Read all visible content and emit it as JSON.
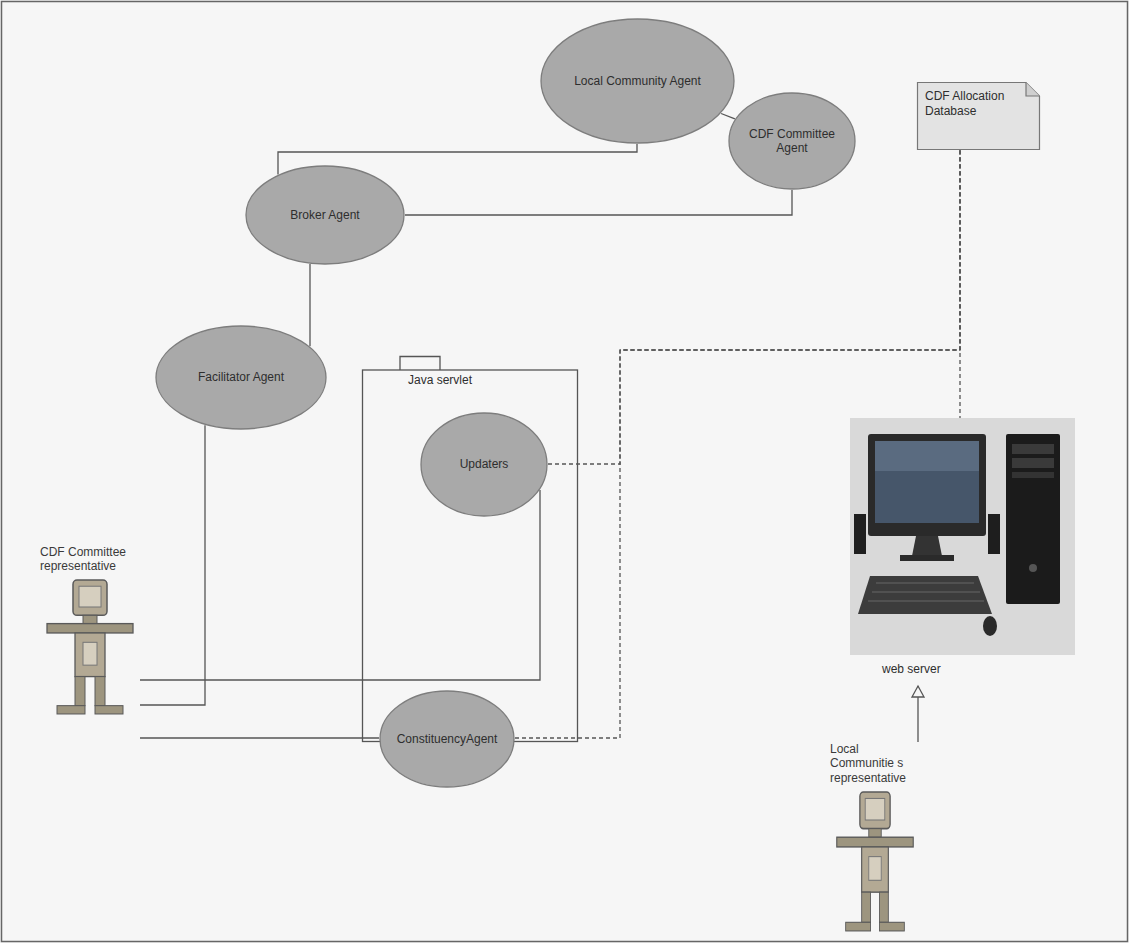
{
  "diagram": {
    "nodes": [
      {
        "text": [
          "Local Community Agent"
        ]
      },
      {
        "text": [
          "CDF Committee Agent"
        ]
      },
      {
        "text": [
          "Broker Agent"
        ]
      },
      {
        "text": [
          "Facilitator Agent"
        ]
      },
      {
        "text": [
          "Java servlet"
        ]
      },
      {
        "text": [
          "Updaters"
        ],
        "in": 4
      },
      {
        "text": [
          "ConstituencyAgent"
        ]
      },
      {
        "text": [
          "CDF Allocation Database"
        ]
      },
      {
        "text": [
          "web server"
        ]
      },
      {
        "text": [
          "CDF Committee representative"
        ]
      },
      {
        "text": [
          "Local Communitie s representative"
        ]
      }
    ],
    "edges": [
      {
        "from": 0,
        "to": 1,
        "arrow": "none"
      },
      {
        "from": 2,
        "to": 0,
        "arrow": "none"
      },
      {
        "from": 2,
        "to": 1,
        "arrow": "none"
      },
      {
        "from": 2,
        "to": 3,
        "arrow": "none"
      },
      {
        "from": 3,
        "to": 9,
        "arrow": "none"
      },
      {
        "from": 9,
        "to": 5,
        "arrow": "none"
      },
      {
        "from": 9,
        "to": 6,
        "arrow": "none"
      },
      {
        "from": 5,
        "to": 7,
        "arrow": "none"
      },
      {
        "from": 6,
        "to": 7,
        "arrow": "none"
      },
      {
        "from": 7,
        "to": 8,
        "arrow": "none"
      },
      {
        "from": 10,
        "to": 8,
        "arrow": "to"
      }
    ]
  }
}
